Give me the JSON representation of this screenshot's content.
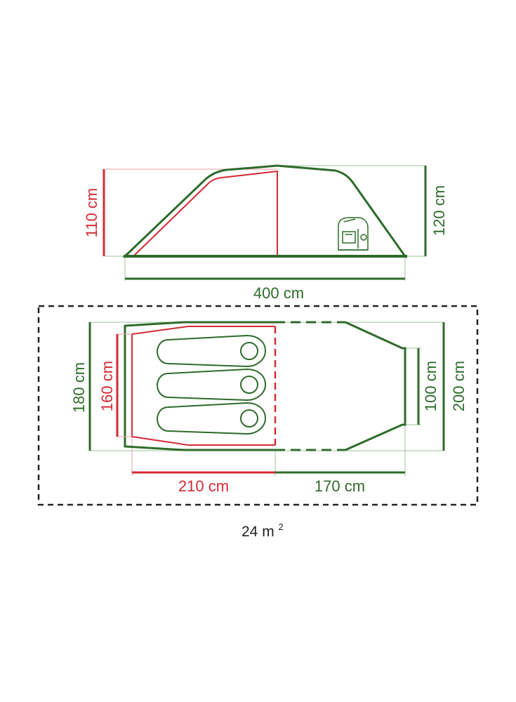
{
  "colors": {
    "green": "#2e6b2a",
    "red": "#d42a35",
    "light_green": "#9cc29a",
    "light_red": "#e8a0a6",
    "black": "#222222"
  },
  "side_view": {
    "inner_height_label": "110 cm",
    "outer_height_label": "120 cm",
    "length_label": "400 cm",
    "icon": "backpack-icon"
  },
  "floor_plan": {
    "outer_width_label": "180 cm",
    "inner_width_label": "160 cm",
    "porch_width_label": "100 cm",
    "total_width_label": "200 cm",
    "bedroom_length_label": "210 cm",
    "porch_length_label": "170 cm",
    "sleeping_bags": 3
  },
  "area": {
    "value": "24 m",
    "unit_superscript": "2"
  }
}
